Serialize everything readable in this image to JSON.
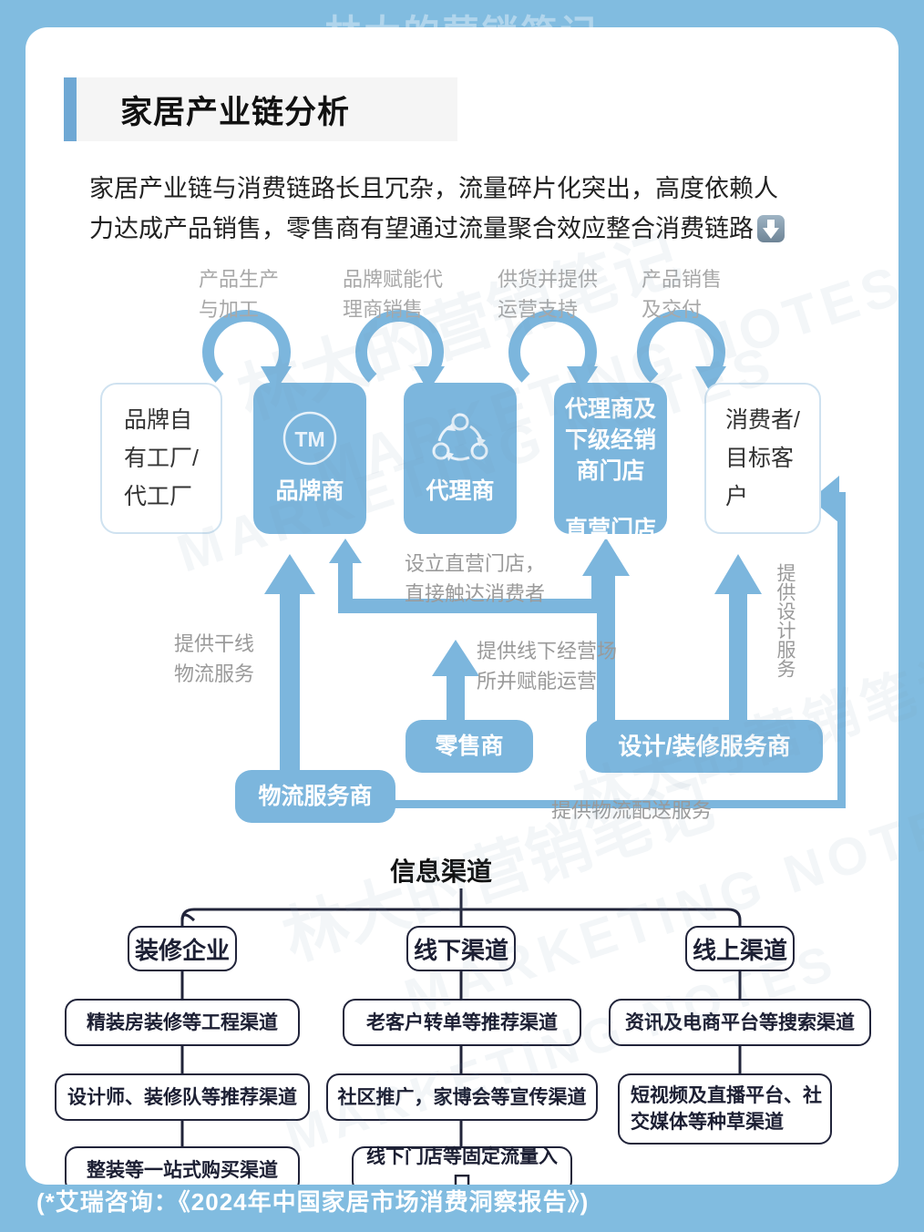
{
  "watermark": {
    "top": "林大的营销笔记",
    "diagonal_cn": "林大的营销笔记",
    "diagonal_en": "MARKETING NOTES"
  },
  "header": {
    "title": "家居产业链分析"
  },
  "subtitle": {
    "line1": "家居产业链与消费链路长且冗杂，流量碎片化突出，高度依赖人",
    "line2": "力达成产品销售，零售商有望通过流量聚合效应整合消费链路",
    "arrow_icon": "down-arrow-emoji"
  },
  "chain": {
    "arrow_captions": [
      {
        "line1": "产品生产",
        "line2": "与加工"
      },
      {
        "line1": "品牌赋能代",
        "line2": "理商销售"
      },
      {
        "line1": "供货并提供",
        "line2": "运营支持"
      },
      {
        "line1": "产品销售",
        "line2": "及交付"
      }
    ],
    "nodes": [
      {
        "name": "factory",
        "lines": [
          "品牌自",
          "有工厂/",
          "代工厂"
        ],
        "style": "white",
        "icon": ""
      },
      {
        "name": "brand",
        "lines": [
          "品牌商"
        ],
        "style": "blue",
        "icon": "tm-icon"
      },
      {
        "name": "agent",
        "lines": [
          "代理商"
        ],
        "style": "blue",
        "icon": "cycle-icon"
      },
      {
        "name": "dealer-store",
        "lines": [
          "代理商及",
          "下级经销",
          "商门店",
          "",
          "直营门店"
        ],
        "style": "blue",
        "icon": ""
      },
      {
        "name": "consumer",
        "lines": [
          "消费者/",
          "目标客",
          "户"
        ],
        "style": "white",
        "icon": ""
      }
    ]
  },
  "support": {
    "labels": {
      "logistics_trunk": {
        "line1": "提供干线",
        "line2": "物流服务"
      },
      "direct_store": {
        "line1": "设立直营门店，",
        "line2": "直接触达消费者"
      },
      "offline_venue": {
        "line1": "提供线下经营场",
        "line2": "所并赋能运营"
      },
      "design_service": "提供设计服务",
      "logistics_delivery": "提供物流配送服务"
    },
    "boxes": [
      {
        "name": "logistics-provider",
        "label": "物流服务商"
      },
      {
        "name": "retailer",
        "label": "零售商"
      },
      {
        "name": "design-renovation-provider",
        "label": "设计/装修服务商"
      }
    ]
  },
  "info_channel": {
    "title": "信息渠道",
    "branches": [
      {
        "name": "renovation-enterprise",
        "head": "装修企业",
        "items": [
          "精装房装修等工程渠道",
          "设计师、装修队等推荐渠道",
          "整装等一站式购买渠道"
        ]
      },
      {
        "name": "offline-channel",
        "head": "线下渠道",
        "items": [
          "老客户转单等推荐渠道",
          "社区推广，家博会等宣传渠道",
          "线下门店等固定流量入口"
        ]
      },
      {
        "name": "online-channel",
        "head": "线上渠道",
        "items": [
          "资讯及电商平台等搜索渠道",
          "短视频及直播平台、社\n交媒体等种草渠道"
        ]
      }
    ]
  },
  "footer": {
    "source": "(*艾瑞咨询：《2024年中国家居市场消费洞察报告》)"
  },
  "colors": {
    "background": "#81bce0",
    "accent_blue": "#7cb6dd",
    "header_bar": "#6fa8d4",
    "tree_outline": "#21243a"
  }
}
